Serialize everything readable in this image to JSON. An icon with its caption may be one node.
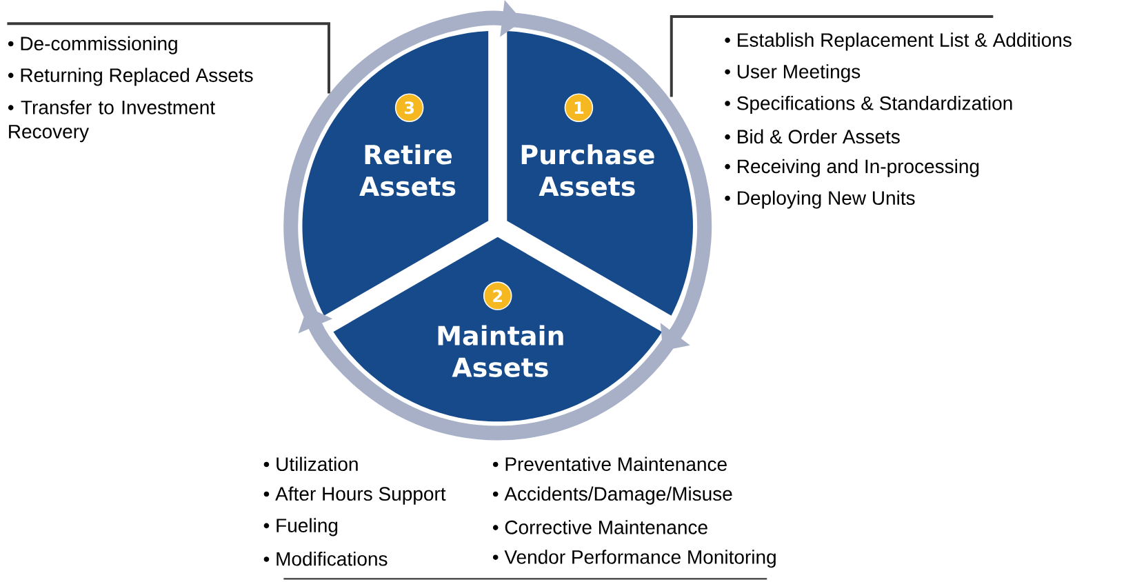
{
  "diagram": {
    "nodes": [
      {
        "text": [
          "1",
          "Purchase Assets"
        ]
      },
      {
        "text": [
          "2",
          "Maintain Assets"
        ]
      },
      {
        "text": [
          "3",
          "Retire Assets"
        ]
      }
    ],
    "edges": [
      {
        "from": 0,
        "to": 1,
        "arrow": "to"
      },
      {
        "from": 1,
        "to": 2,
        "arrow": "to"
      },
      {
        "from": 2,
        "to": 0,
        "arrow": "to"
      }
    ],
    "labels": [
      "• De-commissioning",
      "• Returning Replaced Assets",
      "• Transfer to Investment Recovery",
      "• Establish Replacement List & Additions",
      "• User Meetings",
      "• Specifications & Standardization",
      "• Bid & Order Assets",
      "• Receiving and In-processing",
      "• Deploying New Units",
      "• Utilization",
      "• After Hours Support",
      "• Fueling",
      "• Modifications",
      "• Preventative Maintenance",
      "• Accidents/Damage/Misuse",
      "• Corrective Maintenance",
      "• Vendor Performance Monitoring"
    ]
  }
}
